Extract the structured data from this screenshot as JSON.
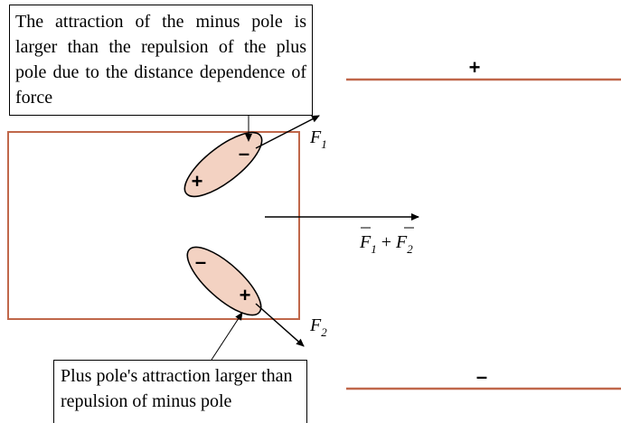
{
  "plates": {
    "top_sign": "+",
    "bottom_sign": "–"
  },
  "dipoles": {
    "upper": {
      "minus": "–",
      "plus": "+"
    },
    "lower": {
      "minus": "–",
      "plus": "+"
    }
  },
  "forces": {
    "f1": {
      "symbol": "F",
      "subscript": "1"
    },
    "f2": {
      "symbol": "F",
      "subscript": "2"
    },
    "sum": {
      "term1": "F",
      "sub1": "1",
      "operator": " + ",
      "term2": "F",
      "sub2": "2"
    }
  },
  "callouts": {
    "top": "The attraction of the minus pole is larger than the repulsion of the plus pole due to the distance dependence of force",
    "bottom": "Plus pole's attraction larger than repulsion of minus pole"
  },
  "colors": {
    "plate": "#c0674a",
    "dipole_fill": "#f3d2c2",
    "box_outline": "#c0674a",
    "stroke": "#000000"
  }
}
